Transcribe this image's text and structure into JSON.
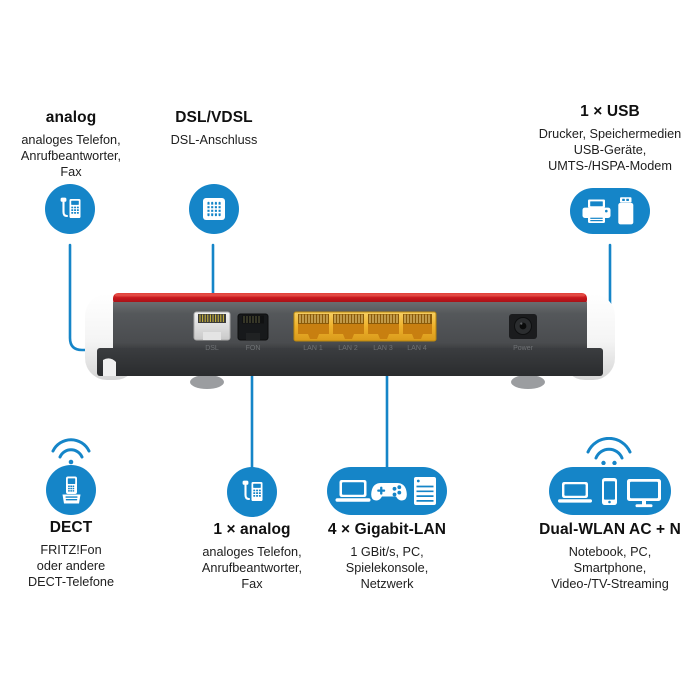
{
  "meta": {
    "brand_blue": "#1585c8",
    "wire_blue": "#1585c8",
    "router_red": "#c4161c",
    "router_body": "#4b4d50",
    "lan_yellow": "#f0b323",
    "background": "#ffffff"
  },
  "callouts": {
    "analog_top": {
      "title": "analog",
      "desc": "analoges Telefon,\nAnrufbeantworter,\nFax",
      "icon": "desk-phone-icon"
    },
    "dsl_vdsl": {
      "title": "DSL/VDSL",
      "desc": "DSL-Anschluss",
      "icon": "dsl-socket-icon"
    },
    "usb": {
      "title": "1 × USB",
      "desc": "Drucker, Speichermedien\nUSB-Geräte,\nUMTS-/HSPA-Modem",
      "icon": "printer-usb-stick-icon"
    },
    "dect": {
      "title": "DECT",
      "desc": "FRITZ!Fon\noder andere\nDECT-Telefone",
      "icon": "cordless-phone-icon"
    },
    "analog_bottom": {
      "title": "1 × analog",
      "desc": "analoges Telefon,\nAnrufbeantworter,\nFax",
      "icon": "desk-phone-icon"
    },
    "gigabit_lan": {
      "title": "4 × Gigabit-LAN",
      "desc": "1 GBit/s, PC,\nSpielekonsole,\nNetzwerk",
      "icon": "laptop-gamepad-nas-icon"
    },
    "dual_wlan": {
      "title": "Dual-WLAN AC + N",
      "desc": "Notebook, PC,\nSmartphone,\nVideo-/TV-Streaming",
      "icon": "laptop-phone-tv-icon"
    }
  },
  "router": {
    "port_labels": {
      "dsl": "DSL",
      "fon": "FON",
      "lan1": "LAN 1",
      "lan2": "LAN 2",
      "lan3": "LAN 3",
      "lan4": "LAN 4",
      "power": "Power"
    }
  }
}
